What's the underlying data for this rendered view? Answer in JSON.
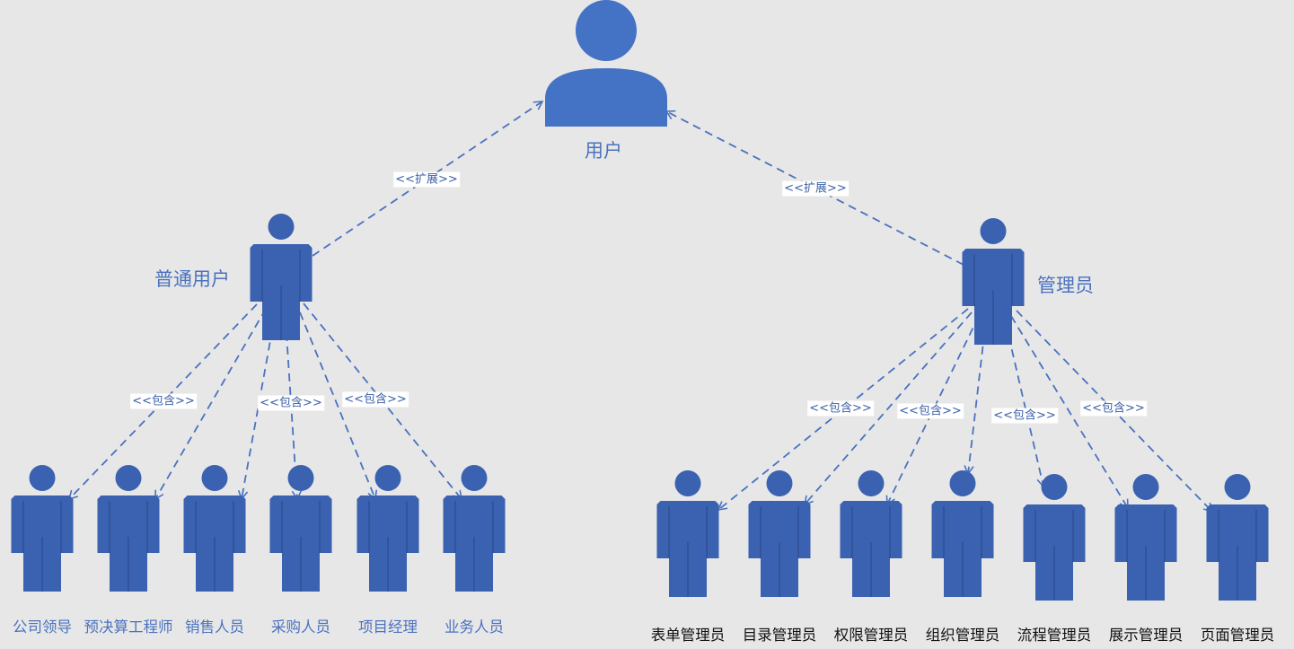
{
  "root": {
    "label": "用户"
  },
  "relations": {
    "extend": "<<扩展>>",
    "include": "<<包含>>"
  },
  "normal_user": {
    "label": "普通用户",
    "children": [
      "公司领导",
      "预决算工程师",
      "销售人员",
      "采购人员",
      "项目经理",
      "业务人员"
    ]
  },
  "admin": {
    "label": "管理员",
    "children": [
      "表单管理员",
      "目录管理员",
      "权限管理员",
      "组织管理员",
      "流程管理员",
      "展示管理员",
      "页面管理员"
    ]
  },
  "colors": {
    "root_fill": "#4472c4",
    "actor_fill": "#3a62b0",
    "line": "#4a72c0",
    "background": "#e7e7e7"
  }
}
